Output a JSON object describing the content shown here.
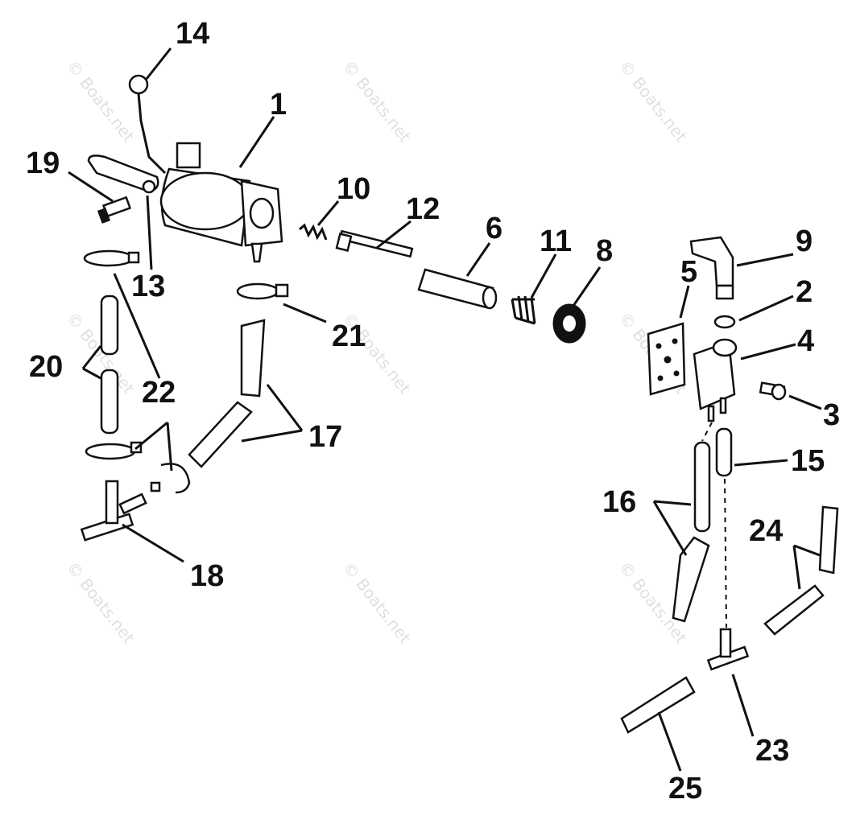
{
  "watermark": "© Boats.net",
  "labels": {
    "l1": "1",
    "l2": "2",
    "l3": "3",
    "l4": "4",
    "l5": "5",
    "l6": "6",
    "l8": "8",
    "l9": "9",
    "l10": "10",
    "l11": "11",
    "l12": "12",
    "l13": "13",
    "l14": "14",
    "l15": "15",
    "l16": "16",
    "l17": "17",
    "l18": "18",
    "l19": "19",
    "l20": "20",
    "l21": "21",
    "l22": "22",
    "l23": "23",
    "l24": "24",
    "l25": "25"
  }
}
